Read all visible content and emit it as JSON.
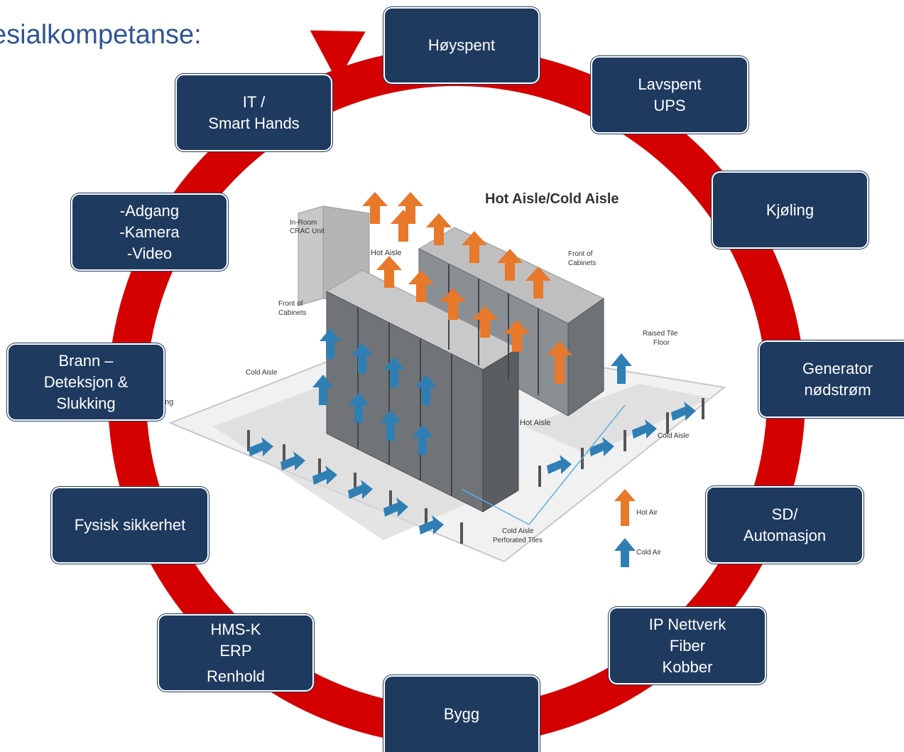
{
  "title": "esialkompetanse:",
  "colors": {
    "ring": "#d40000",
    "box": "#1e3a5f",
    "title": "#2f5597",
    "hot_air": "#e8782a",
    "cold_air": "#2f7fb5"
  },
  "nodes": {
    "hoyspent": [
      "Høyspent"
    ],
    "lavspent": [
      "Lavspent",
      "UPS"
    ],
    "kjoling": [
      "Kjøling"
    ],
    "generator": [
      "Generator",
      "nødstrøm"
    ],
    "sd": [
      "SD/",
      "Automasjon"
    ],
    "ip": [
      "IP Nettverk",
      "Fiber",
      "Kobber"
    ],
    "bygg": [
      "Bygg"
    ],
    "hms": [
      "HMS-K",
      "ERP",
      "Renhold"
    ],
    "fysisk": [
      "Fysisk sikkerhet"
    ],
    "brann": [
      "Brann –",
      "Deteksjon &",
      "Slukking"
    ],
    "adgang": [
      "-Adgang",
      "-Kamera",
      "-Video"
    ],
    "it": [
      "IT /",
      "Smart Hands"
    ]
  },
  "illustration": {
    "heading": "Hot Aisle/Cold Aisle",
    "crac": [
      "In-Room",
      "CRAC Unit"
    ],
    "hot_aisle_top": "Hot Aisle",
    "front_right": [
      "Front of",
      "Cabinets"
    ],
    "front_left": [
      "Front of",
      "Cabinets"
    ],
    "raised": [
      "Raised Tile",
      "Floor"
    ],
    "cold_left": "Cold Aisle",
    "hot_aisle_mid": "Hot Aisle",
    "cold_right": "Cold Aisle",
    "perforated": [
      "Cold Aisle",
      "Perforated Tiles"
    ],
    "legend_hot": "Hot Air",
    "legend_cold": "Cold Air",
    "cut_text": "ng"
  }
}
